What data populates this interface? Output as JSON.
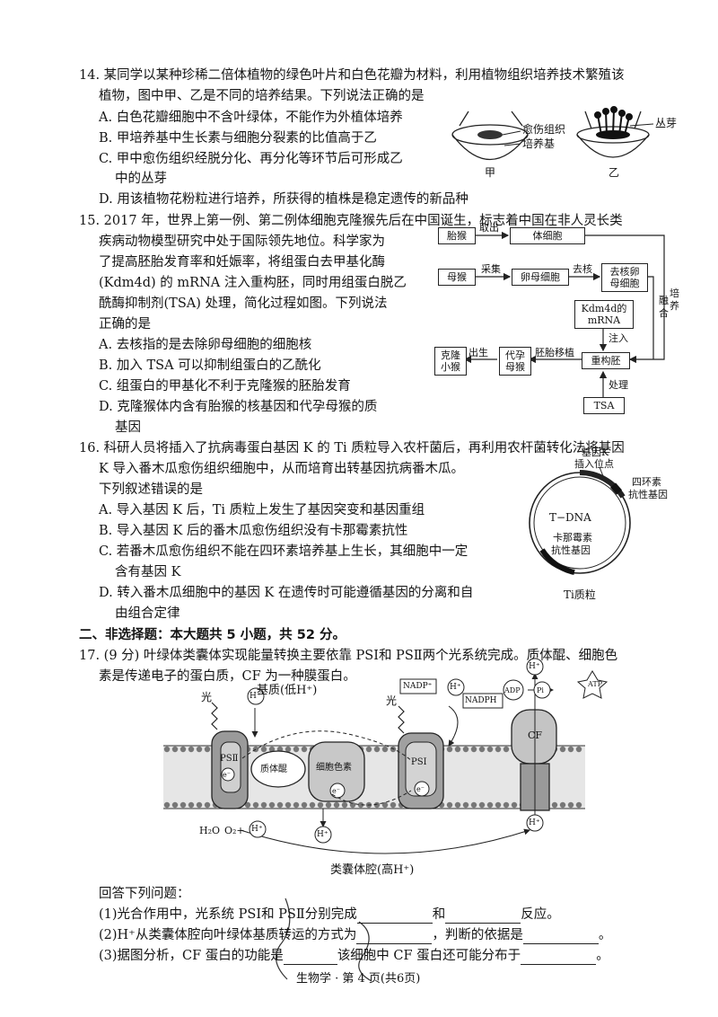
{
  "q14": {
    "stem1": "14. 某同学以某种珍稀二倍体植物的绿色叶片和白色花瓣为材料，利用植物组织培养技术繁殖该",
    "stem2": "植物，图中甲、乙是不同的培养结果。下列说法正确的是",
    "A": "A. 白色花瓣细胞中不含叶绿体，不能作为外植体培养",
    "B": "B. 甲培养基中生长素与细胞分裂素的比值高于乙",
    "C1": "C. 甲中愈伤组织经脱分化、再分化等环节后可形成乙",
    "C2": "中的丛芽",
    "D": "D. 用该植物花粉粒进行培养，所获得的植株是稳定遗传的新品种",
    "fig": {
      "callus_label1": "愈伤组织",
      "callus_label2": "培养基",
      "bud_label": "丛芽",
      "jia": "甲",
      "yi": "乙"
    }
  },
  "q15": {
    "l1": "15. 2017 年，世界上第一例、第二例体细胞克隆猴先后在中国诞生，标志着中国在非人灵长类",
    "l2": "疾病动物模型研究中处于国际领先地位。科学家为",
    "l3": "了提高胚胎发育率和妊娠率，将组蛋白去甲基化酶",
    "l4": "(Kdm4d) 的 mRNA 注入重构胚，同时用组蛋白脱乙",
    "l5": "酰酶抑制剂(TSA) 处理，简化过程如图。下列说法",
    "l6": "正确的是",
    "A": "A. 去核指的是去除卵母细胞的细胞核",
    "B": "B. 加入 TSA 可以抑制组蛋白的乙酰化",
    "C": "C. 组蛋白的甲基化不利于克隆猴的胚胎发育",
    "D1": "D. 克隆猴体内含有胎猴的核基因和代孕母猴的质",
    "D2": "基因",
    "fig": {
      "fetal_monkey": "胎猴",
      "take": "取出",
      "somatic_cell": "体细胞",
      "mother_monkey": "母猴",
      "collect": "采集",
      "oocyte": "卵母细胞",
      "enucleate": "去核",
      "enucleated1": "去核卵",
      "enucleated2": "母细胞",
      "fusion1": "融",
      "fusion2": "合",
      "culture1": "培",
      "culture2": "养",
      "kdm1": "Kdm4d的",
      "kdm2": "mRNA",
      "inject": "注入",
      "clone1": "克隆",
      "clone2": "小猴",
      "birth": "出生",
      "surrogate1": "代孕",
      "surrogate2": "母猴",
      "transfer": "胚胎移植",
      "reconstructed": "重构胚",
      "treat": "处理",
      "tsa": "TSA"
    }
  },
  "q16": {
    "l1": "16. 科研人员将插入了抗病毒蛋白基因 K 的 Ti 质粒导入农杆菌后，再利用农杆菌转化法将基因",
    "l2": "K 导入番木瓜愈伤组织细胞中，从而培育出转基因抗病番木瓜。",
    "l3": "下列叙述错误的是",
    "A": "A. 导入基因 K 后，Ti 质粒上发生了基因突变和基因重组",
    "B": "B. 导入基因 K 后的番木瓜愈伤组织没有卡那霉素抗性",
    "C1": "C. 若番木瓜愈伤组织不能在四环素培养基上生长，其细胞中一定",
    "C2": "含有基因 K",
    "D1": "D. 转入番木瓜细胞中的基因 K 在遗传时可能遵循基因的分离和自",
    "D2": "由组合定律",
    "fig": {
      "site1": "基因K",
      "site2": "插入位点",
      "tet1": "四环素",
      "tet2": "抗性基因",
      "tdna": "T−DNA",
      "kan1": "卡那霉素",
      "kan2": "抗性基因",
      "ti": "Ti质粒"
    }
  },
  "section2": "二、非选择题：本大题共 5 小题，共 52 分。",
  "q17": {
    "l1": "17. (9 分) 叶绿体类囊体实现能量转换主要依靠 PSⅠ和 PSⅡ两个光系统完成。质体醌、细胞色",
    "l2": "素是传递电子的蛋白质，CF 为一种膜蛋白。",
    "fig": {
      "stroma": "基质(低H⁺)",
      "light1": "光",
      "light2": "光",
      "psii": "PSⅡ",
      "pq": "质体醌",
      "cyt": "细胞色素",
      "psi": "PSⅠ",
      "cf": "CF",
      "e": "e⁻",
      "h": "H⁺",
      "nadp": "NADP⁺",
      "nadph": "NADPH",
      "adp": "ADP",
      "pi": "Pi",
      "atp": "ATP",
      "h2o": "H₂O",
      "o2": "O₂+",
      "lumen": "类囊体腔(高H⁺)"
    },
    "answer_intro": "回答下列问题：",
    "q1a": "(1)光合作用中，光系统 PSⅠ和 PSⅡ分别完成",
    "q1b": "和",
    "q1c": "反应。",
    "q2a": "(2)H⁺从类囊体腔向叶绿体基质转运的方式为",
    "q2b": "，判断的依据是",
    "q2c": "。",
    "q3a": "(3)据图分析，CF 蛋白的功能是",
    "q3b": "该细胞中 CF 蛋白还可能分布于",
    "q3c": "。"
  },
  "footer": "生物学 · 第 4 页(共6页)"
}
